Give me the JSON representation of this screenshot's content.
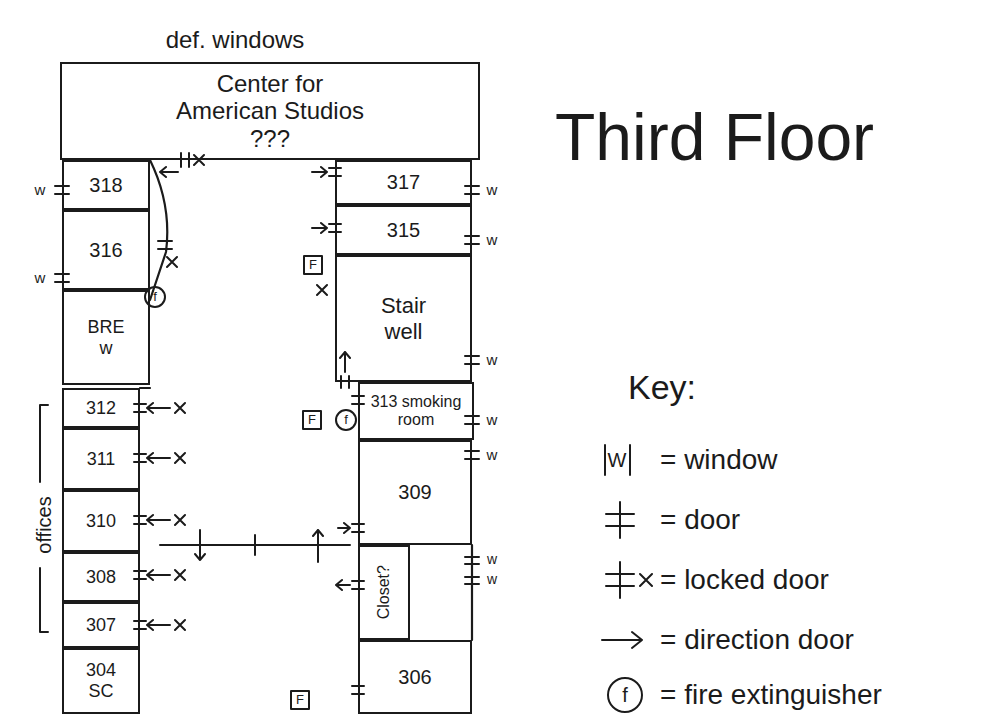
{
  "diagram": {
    "title": "Third Floor",
    "nodes": [
      {
        "text": [
          "Center for American Studios ???"
        ]
      },
      {
        "text": [
          "318"
        ]
      },
      {
        "text": [
          "316"
        ]
      },
      {
        "text": [
          "BRE w"
        ]
      },
      {
        "text": [
          "312"
        ]
      },
      {
        "text": [
          "311"
        ]
      },
      {
        "text": [
          "310"
        ]
      },
      {
        "text": [
          "308"
        ]
      },
      {
        "text": [
          "307"
        ]
      },
      {
        "text": [
          "304 SC"
        ]
      },
      {
        "text": [
          "317"
        ]
      },
      {
        "text": [
          "315"
        ]
      },
      {
        "text": [
          "Stair well"
        ]
      },
      {
        "text": [
          "313 smoking room"
        ]
      },
      {
        "text": [
          "309"
        ]
      },
      {
        "text": [
          "Closet?"
        ]
      },
      {
        "text": [
          "306"
        ]
      }
    ],
    "labels": [
      "def. windows",
      "offices",
      "Key:",
      "w",
      "w",
      "w",
      "w",
      "w",
      "w",
      "w",
      "w",
      "w",
      "F",
      "F",
      "F",
      "f",
      "f",
      "W",
      "f"
    ],
    "legend": [
      {
        "text": "= window"
      },
      {
        "text": "= door"
      },
      {
        "text": "= locked door"
      },
      {
        "text": "= direction door"
      },
      {
        "text": "= fire extinguisher"
      }
    ]
  }
}
